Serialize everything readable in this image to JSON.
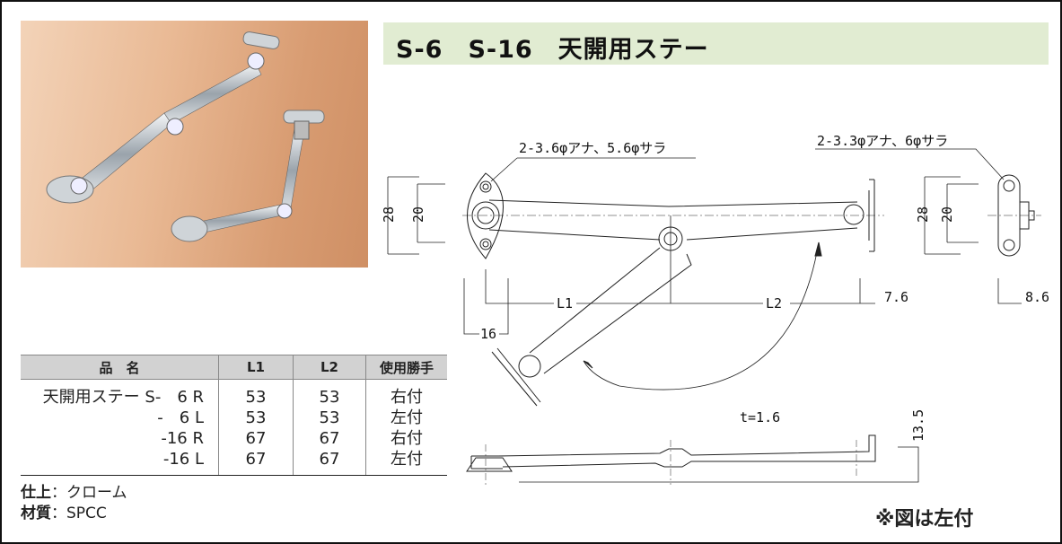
{
  "title": "S-6　S-16　天開用ステー",
  "photo": {
    "alt": "product-photo-chrome-stays"
  },
  "table": {
    "headers": [
      "品　名",
      "L1",
      "L2",
      "使用勝手"
    ],
    "rows": [
      [
        "天開用ステー S-　6 R",
        "53",
        "53",
        "右付"
      ],
      [
        "-　6 L",
        "53",
        "53",
        "左付"
      ],
      [
        "-16 R",
        "67",
        "67",
        "右付"
      ],
      [
        "-16 L",
        "67",
        "67",
        "左付"
      ]
    ]
  },
  "notes": {
    "finish_label": "仕上",
    "finish_value": "：クローム",
    "material_label": "材質",
    "material_value": "：SPCC"
  },
  "drawing": {
    "hole_left": "2-3.6φアナ、5.6φサラ",
    "hole_right": "2-3.3φアナ、6φサラ",
    "dim_28_left": "28",
    "dim_20_left": "20",
    "dim_28_right": "28",
    "dim_20_right": "20",
    "dim_L1": "L1",
    "dim_L2": "L2",
    "dim_7_6": "7.6",
    "dim_8_6": "8.6",
    "dim_16": "16",
    "thickness": "t=1.6",
    "dim_13_5": "13.5"
  },
  "footnote": "※図は左付",
  "colors": {
    "title_bar": "#e1ecd2",
    "table_header": "#d2d2d2",
    "wood": "#e0aa82"
  }
}
